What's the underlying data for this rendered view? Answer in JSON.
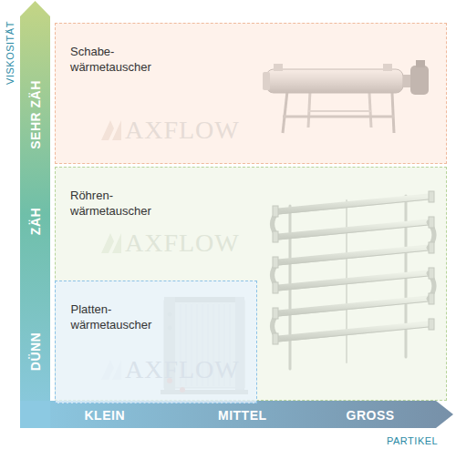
{
  "diagram": {
    "nodes": [
      {
        "text": [
          "Schabe- wärmetauscher"
        ]
      },
      {
        "text": [
          "Röhren- wärmetauscher"
        ]
      },
      {
        "text": [
          "Platten- wärmetauscher"
        ],
        "in": 1
      }
    ],
    "labels": [
      "VISKOSITÄT",
      "SEHR ZÄH",
      "ZÄH",
      "DÜNN",
      "KLEIN",
      "MITTEL",
      "GROSS",
      "PARTIKEL",
      "AXFLOW",
      "AXFLOW",
      "AXFLOW"
    ]
  }
}
